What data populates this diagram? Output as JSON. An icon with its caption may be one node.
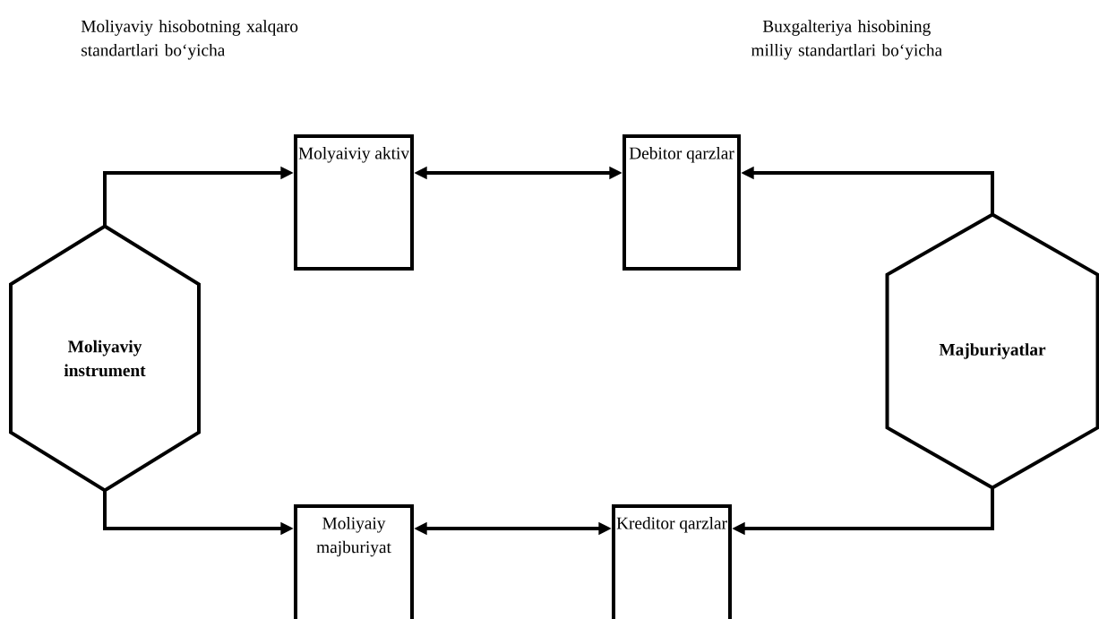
{
  "diagram": {
    "nodes": [
      {
        "text": [
          "Moliyaviy instrument"
        ]
      },
      {
        "text": [
          "Molyaiviy aktiv"
        ]
      },
      {
        "text": [
          "Debitor qarzlar"
        ]
      },
      {
        "text": [
          "Majburiyatlar"
        ]
      },
      {
        "text": [
          "Moliyaiy majburiyat"
        ]
      },
      {
        "text": [
          "Kreditor qarzlar"
        ]
      }
    ],
    "edges": [
      {
        "from": 0,
        "to": 1,
        "arrow": "to"
      },
      {
        "from": 0,
        "to": 4,
        "arrow": "to"
      },
      {
        "from": 1,
        "to": 2,
        "arrow": "both"
      },
      {
        "from": 4,
        "to": 5,
        "arrow": "both"
      },
      {
        "from": 3,
        "to": 2,
        "arrow": "to"
      },
      {
        "from": 3,
        "to": 5,
        "arrow": "to"
      }
    ],
    "labels": [
      "Moliyaviy hisobotning xalqaro standartlari bo‘yicha",
      "Buxgalteriya hisobining milliy standartlari bo‘yicha"
    ]
  }
}
